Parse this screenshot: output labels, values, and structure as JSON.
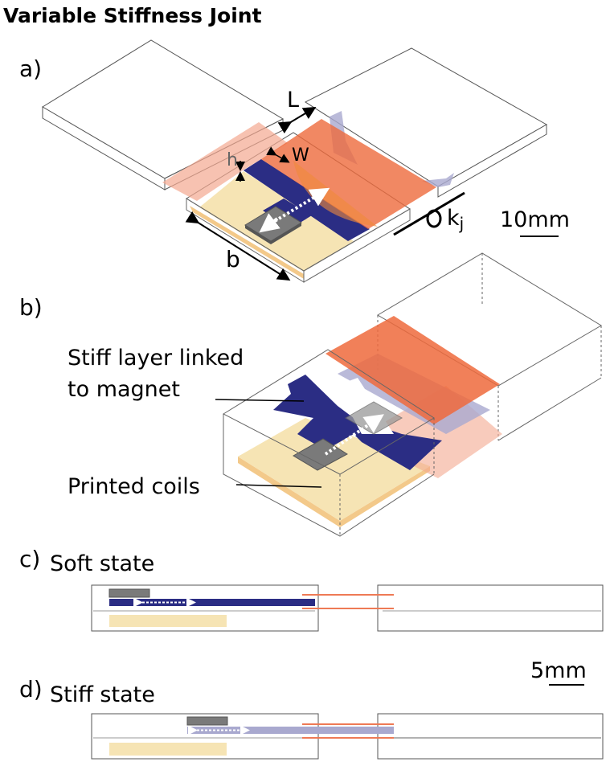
{
  "title": "Variable Stiffness Joint",
  "panel_a": {
    "label": "a)",
    "dim_L": "L",
    "dim_W": "W",
    "dim_h": "h",
    "dim_b": "b",
    "spring_label": "k",
    "spring_sub": "j",
    "scale_bar": "10mm"
  },
  "panel_b": {
    "label": "b)",
    "callout_stiff_line1": "Stiff layer linked",
    "callout_stiff_line2": "to magnet",
    "callout_coils": "Printed coils"
  },
  "panel_c": {
    "label": "c)",
    "title": "Soft state"
  },
  "panel_d": {
    "label": "d)",
    "title": "Stiff state",
    "scale_bar": "5mm"
  },
  "colors": {
    "stiff_layer": "#2b2d84",
    "stiff_layer_disengaged": "#a9a9cf",
    "coils": "#f6e4b4",
    "magnet": "#7a7a7a",
    "orange_sheet": "#ee6a3c",
    "pink_sheet": "#f3a890"
  }
}
